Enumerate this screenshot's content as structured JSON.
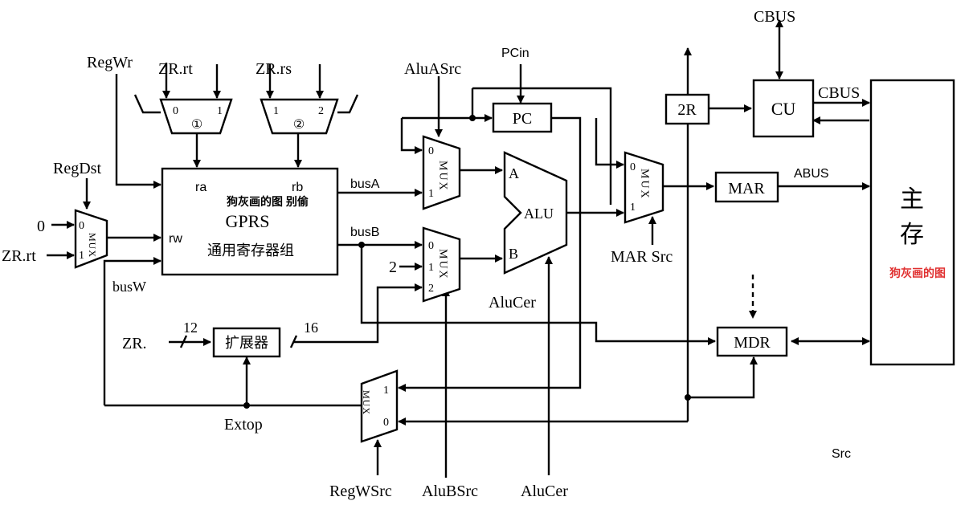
{
  "labels": {
    "regwr": "RegWr",
    "zr_rt_top": "ZR.rt",
    "zr_rs_top": "ZR.rs",
    "regdst": "RegDst",
    "zero": "0",
    "zr_rt_left": "ZR.rt",
    "mux1_in0": "0",
    "mux1_in1": "1",
    "mux1_text": "MUX",
    "dec1_in0": "0",
    "dec1_in1": "1",
    "dec1_mark": "①",
    "dec2_in0": "1",
    "dec2_in1": "2",
    "dec2_mark": "②",
    "gprs_ra": "ra",
    "gprs_rb": "rb",
    "gprs_rw": "rw",
    "gprs_title": "GPRS",
    "gprs_sub": "通用寄存器组",
    "watermark1": "狗灰画的图 别偷",
    "busw": "busW",
    "busa": "busA",
    "busb": "busB",
    "aluasrc": "AluASrc",
    "pcin": "PCin",
    "pc": "PC",
    "muxa_in0": "0",
    "muxa_in1": "1",
    "muxa_text": "MUX",
    "muxb_in0": "0",
    "muxb_in1": "1",
    "muxb_in2": "2",
    "muxb_text": "MUX",
    "two": "2",
    "alu": "ALU",
    "alu_a": "A",
    "alu_b": "B",
    "alucer_mid": "AluCer",
    "alucer_bottom": "AluCer",
    "alubsrc": "AluBSrc",
    "zr": "ZR.",
    "n12": "12",
    "n16": "16",
    "extender": "扩展器",
    "extop": "Extop",
    "muxw_text": "MUX",
    "muxw_in1": "1",
    "muxw_in0": "0",
    "regwsrc": "RegWSrc",
    "muxm_in0": "0",
    "muxm_in1": "1",
    "muxm_text": "MUX",
    "marsrc": "MAR Src",
    "mar": "MAR",
    "abus": "ABUS",
    "mdr": "MDR",
    "r2": "2R",
    "cu": "CU",
    "cbus_top": "CBUS",
    "cbus_right": "CBUS",
    "mem_line1": "主",
    "mem_line2": "存",
    "watermark2": "狗灰画的图",
    "src": "Src"
  },
  "colors": {
    "watermark_red": "#e03030"
  }
}
